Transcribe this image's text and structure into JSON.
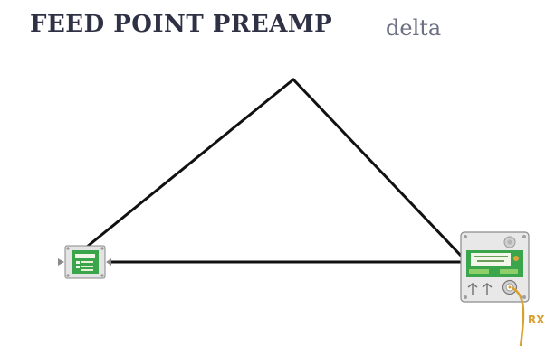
{
  "diagram": {
    "title": "FEED POINT PREAMP",
    "subtitle": "delta",
    "connector_label": "RX"
  },
  "colors": {
    "title": "#2f3145",
    "subtitle": "#6d6f82",
    "wire": "#111111",
    "box_body": "#e6e6e6",
    "board_green": "#39a84a",
    "coax": "#d8a12f"
  }
}
